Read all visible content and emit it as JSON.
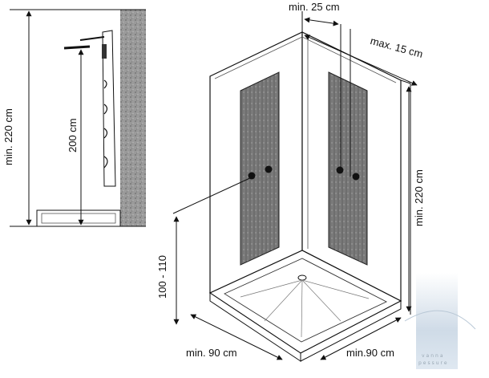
{
  "labels": {
    "side_total_height": "min. 220 cm",
    "side_shower_height": "200 cm",
    "top_gap": "min. 25 cm",
    "top_max": "max. 15 cm",
    "right_height": "min. 220 cm",
    "control_height": "100 - 110",
    "width_left": "min. 90 cm",
    "width_right": "min.90 cm"
  },
  "watermark": {
    "line1": "vanna",
    "line2": "pessure"
  },
  "colors": {
    "ink": "#111111",
    "wall_pattern": "#8a8a8a",
    "panel_dark": "#6f6f6f",
    "watermark_bar": "#c9d8e6"
  }
}
